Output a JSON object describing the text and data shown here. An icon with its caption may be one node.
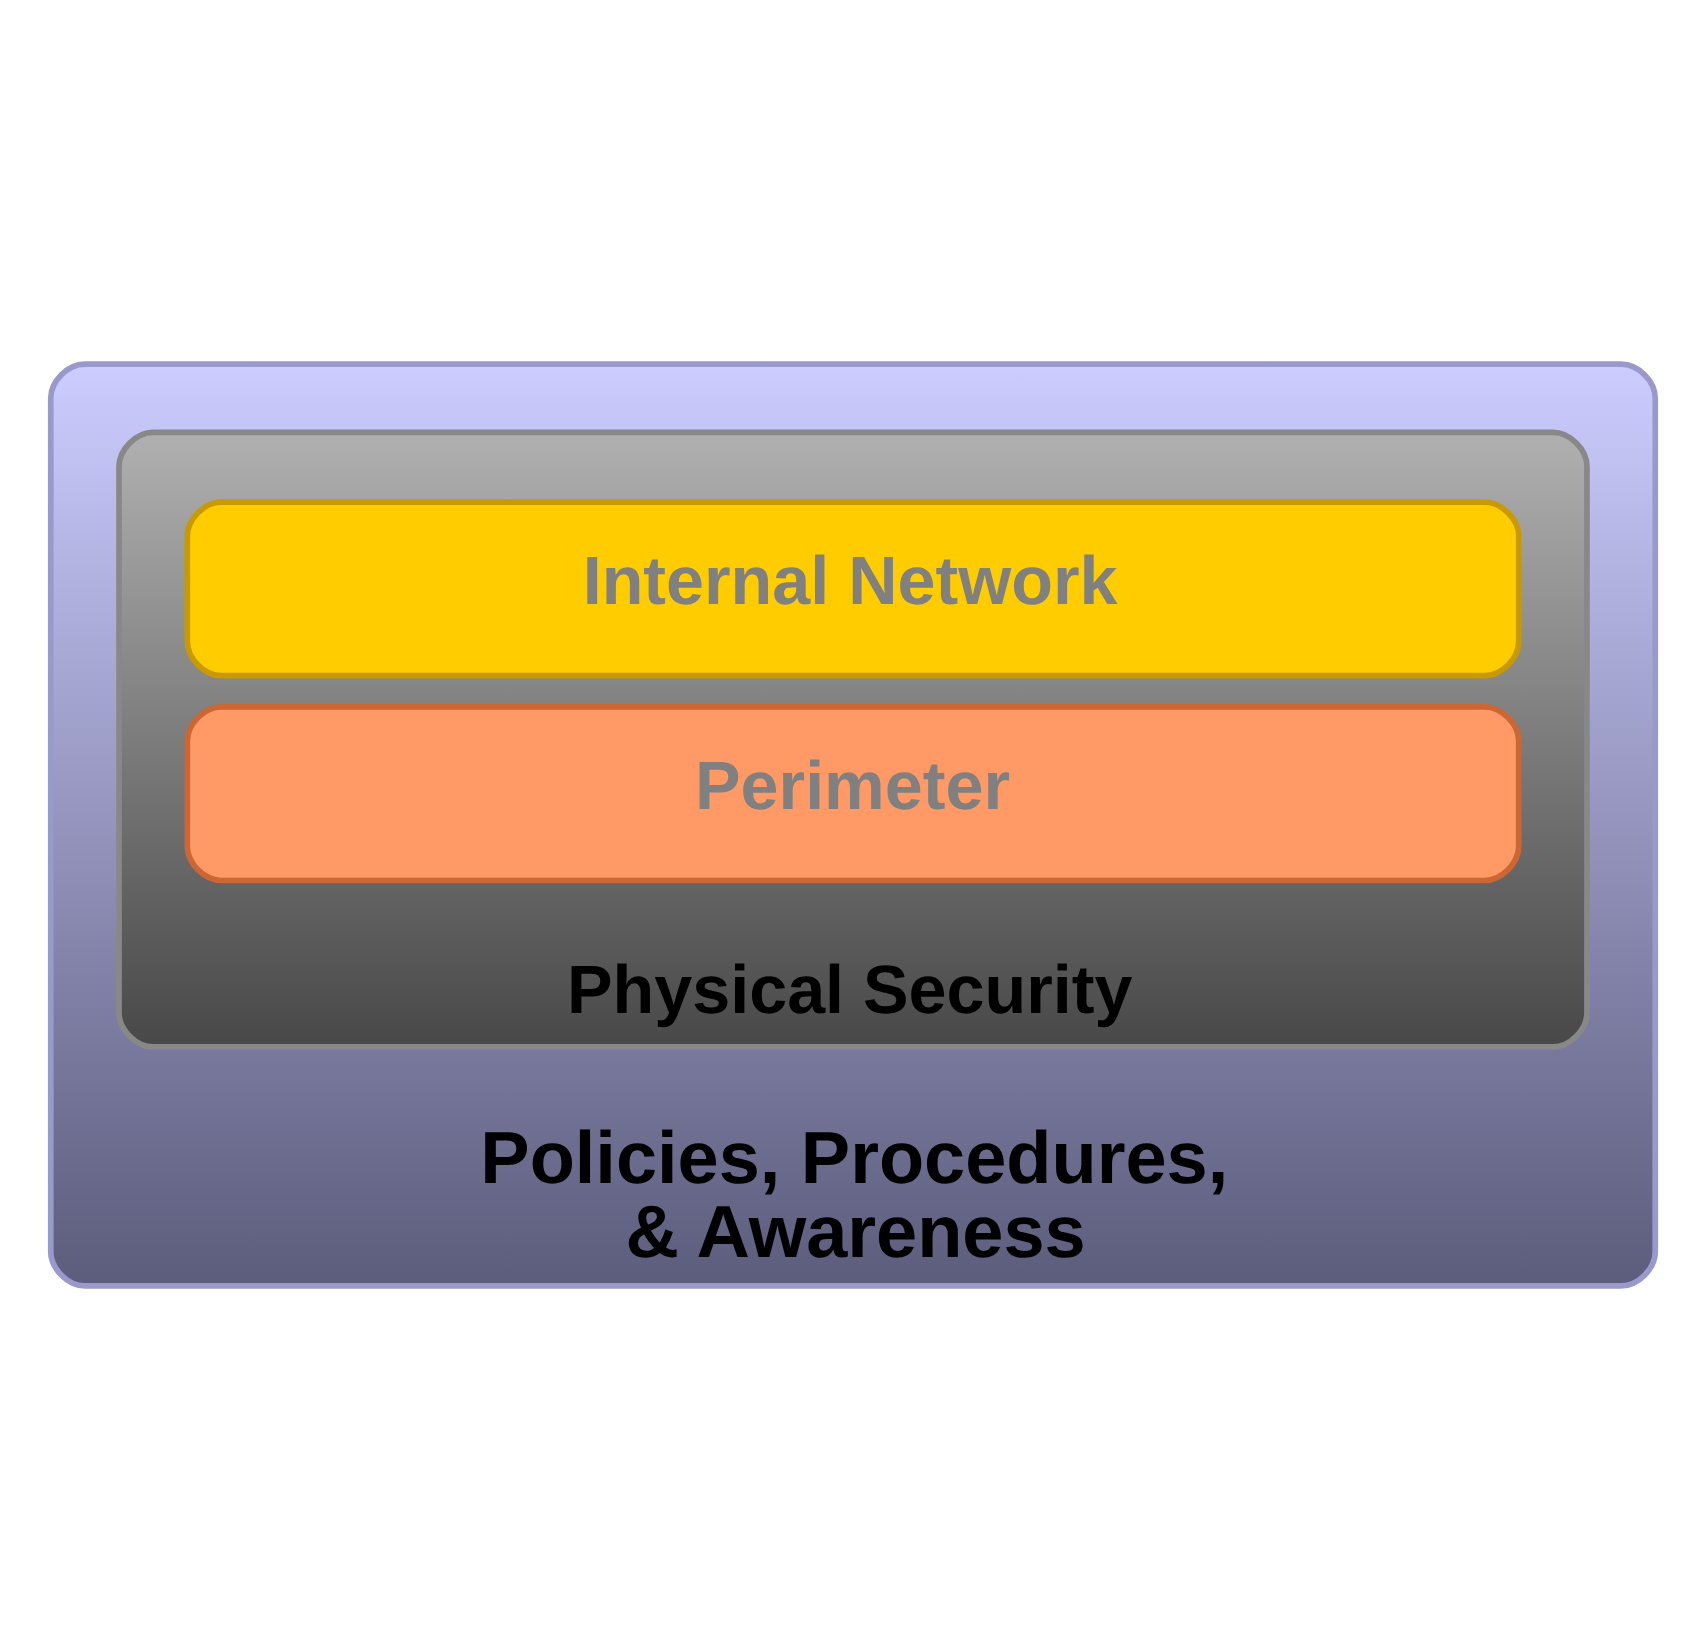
{
  "diagram": {
    "nodes": [
      {
        "text": [
          "Policies, Procedures, & Awareness"
        ]
      },
      {
        "text": [
          "Physical Security"
        ],
        "in": 0
      },
      {
        "text": [
          "Internal Network"
        ],
        "in": 1
      },
      {
        "text": [
          "Perimeter"
        ],
        "in": 1
      }
    ]
  }
}
